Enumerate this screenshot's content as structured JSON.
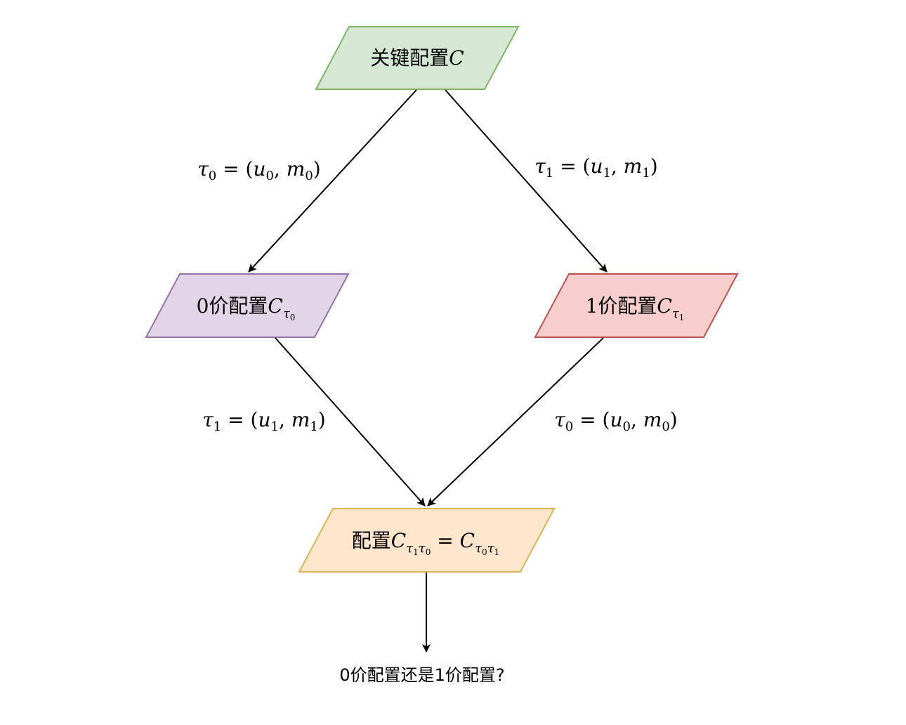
{
  "colors": {
    "top_fill": "#d5e8d4",
    "top_stroke": "#82b366",
    "left_fill": "#e1d5e7",
    "left_stroke": "#9673a6",
    "right_fill": "#f8cecc",
    "right_stroke": "#b85450",
    "merge_fill": "#ffe6cc",
    "merge_stroke": "#d6b656",
    "edge": "#000000"
  },
  "nodes": {
    "top": {
      "prefix": "关键配置",
      "var": "C"
    },
    "left": {
      "prefix": "0价配置",
      "var": "C",
      "sub": "τ",
      "subsub": "0"
    },
    "right": {
      "prefix": "1价配置",
      "var": "C",
      "sub": "τ",
      "subsub": "1"
    },
    "merge": {
      "prefix": "配置",
      "var1": "C",
      "sub1a": "τ",
      "sub1a_idx": "1",
      "sub1b": "τ",
      "sub1b_idx": "0",
      "eq": " = ",
      "var2": "C",
      "sub2a": "τ",
      "sub2a_idx": "0",
      "sub2b": "τ",
      "sub2b_idx": "1"
    }
  },
  "edge_labels": {
    "e1": {
      "tau": "τ",
      "tau_idx": "0",
      "eq": " = (",
      "u": "u",
      "u_idx": "0",
      "sep": ", ",
      "m": "m",
      "m_idx": "0",
      "close": ")"
    },
    "e2": {
      "tau": "τ",
      "tau_idx": "1",
      "eq": " = (",
      "u": "u",
      "u_idx": "1",
      "sep": ", ",
      "m": "m",
      "m_idx": "1",
      "close": ")"
    },
    "e3": {
      "tau": "τ",
      "tau_idx": "1",
      "eq": " = (",
      "u": "u",
      "u_idx": "1",
      "sep": ", ",
      "m": "m",
      "m_idx": "1",
      "close": ")"
    },
    "e4": {
      "tau": "τ",
      "tau_idx": "0",
      "eq": " = (",
      "u": "u",
      "u_idx": "0",
      "sep": ", ",
      "m": "m",
      "m_idx": "0",
      "close": ")"
    }
  },
  "result_text": "0价配置还是1价配置?"
}
